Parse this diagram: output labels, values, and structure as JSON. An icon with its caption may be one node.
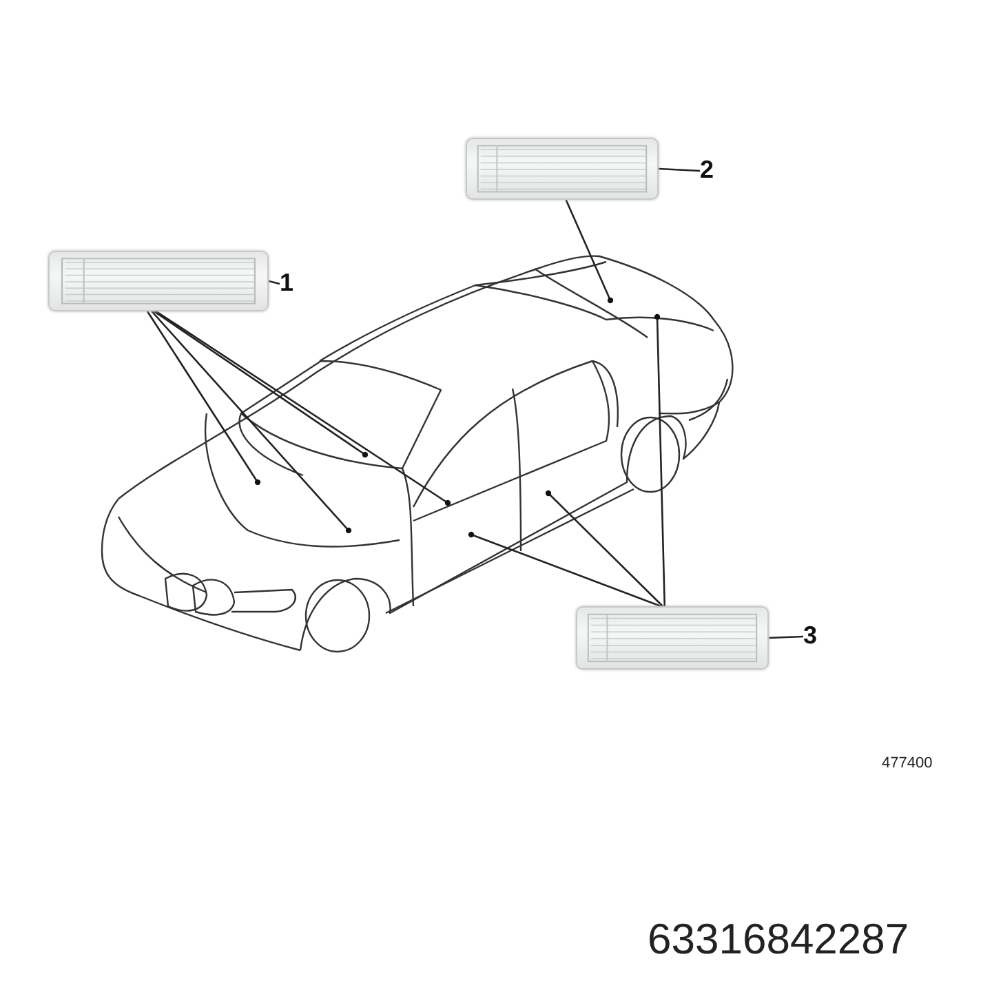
{
  "diagram": {
    "nodes": [
      {
        "text": [],
        "shape": "picture"
      },
      {
        "text": [
          "2"
        ]
      },
      {
        "text": [],
        "shape": "picture"
      },
      {
        "text": [
          "1"
        ]
      },
      {
        "text": [],
        "shape": "picture"
      },
      {
        "text": [
          "3"
        ]
      }
    ],
    "edges": [
      {
        "from": 1,
        "to": 0,
        "arrow": "none"
      },
      {
        "from": 0,
        "to": null,
        "arrow": "other"
      },
      {
        "from": 3,
        "to": 2,
        "arrow": "none"
      },
      {
        "from": 2,
        "to": null,
        "arrow": "other"
      },
      {
        "from": 2,
        "to": null,
        "arrow": "other"
      },
      {
        "from": 2,
        "to": null,
        "arrow": "other"
      },
      {
        "from": 2,
        "to": null,
        "arrow": "other"
      },
      {
        "from": 5,
        "to": 4,
        "arrow": "none"
      },
      {
        "from": 4,
        "to": null,
        "arrow": "other"
      },
      {
        "from": 4,
        "to": null,
        "arrow": "other"
      },
      {
        "from": 4,
        "to": null,
        "arrow": "other"
      }
    ],
    "labels": [
      "477400",
      "63316842287"
    ]
  }
}
